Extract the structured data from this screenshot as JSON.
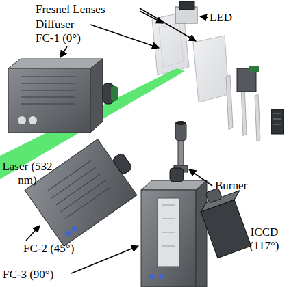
{
  "diagram": {
    "labels": [
      "Fresnel Lenses",
      "Diffuser",
      "FC-1 (0°)",
      "LED",
      "Laser (532 nm)",
      "Burner",
      "ICCD (117°)",
      "FC-2 (45°)",
      "FC-3 (90°)"
    ]
  }
}
